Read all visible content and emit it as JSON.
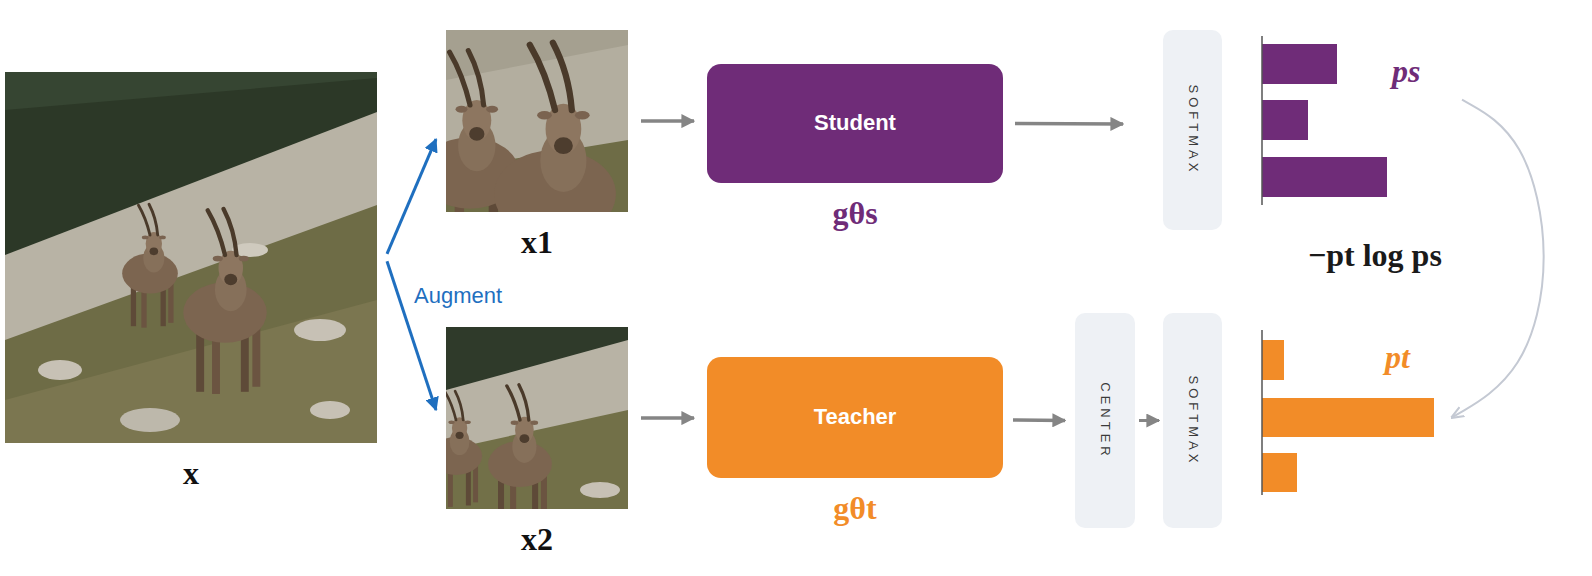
{
  "diagram": {
    "nodes": [
      {
        "text": [
          "x"
        ]
      },
      {
        "text": [
          "x1"
        ]
      },
      {
        "text": [
          "Student",
          "gθs"
        ]
      },
      {
        "text": [
          "SOFTMAX"
        ]
      },
      {
        "text": [
          "ps"
        ]
      },
      {
        "text": [
          "x2"
        ]
      },
      {
        "text": [
          "Teacher",
          "gθt"
        ]
      },
      {
        "text": [
          "CENTER"
        ]
      },
      {
        "text": [
          "SOFTMAX"
        ]
      },
      {
        "text": [
          "pt"
        ]
      }
    ],
    "edges": [
      {
        "from": 0,
        "to": 1,
        "arrow": "to"
      },
      {
        "from": 0,
        "to": 5,
        "arrow": "to"
      },
      {
        "from": 1,
        "to": 2,
        "arrow": "to"
      },
      {
        "from": 5,
        "to": 6,
        "arrow": "to"
      },
      {
        "from": 2,
        "to": 3,
        "arrow": "to"
      },
      {
        "from": 6,
        "to": 7,
        "arrow": "to"
      },
      {
        "from": 7,
        "to": 8,
        "arrow": "to"
      },
      {
        "from": 4,
        "to": 9,
        "arrow": "to",
        "label": "−pt log ps"
      }
    ],
    "labels": [
      "Augment"
    ]
  }
}
